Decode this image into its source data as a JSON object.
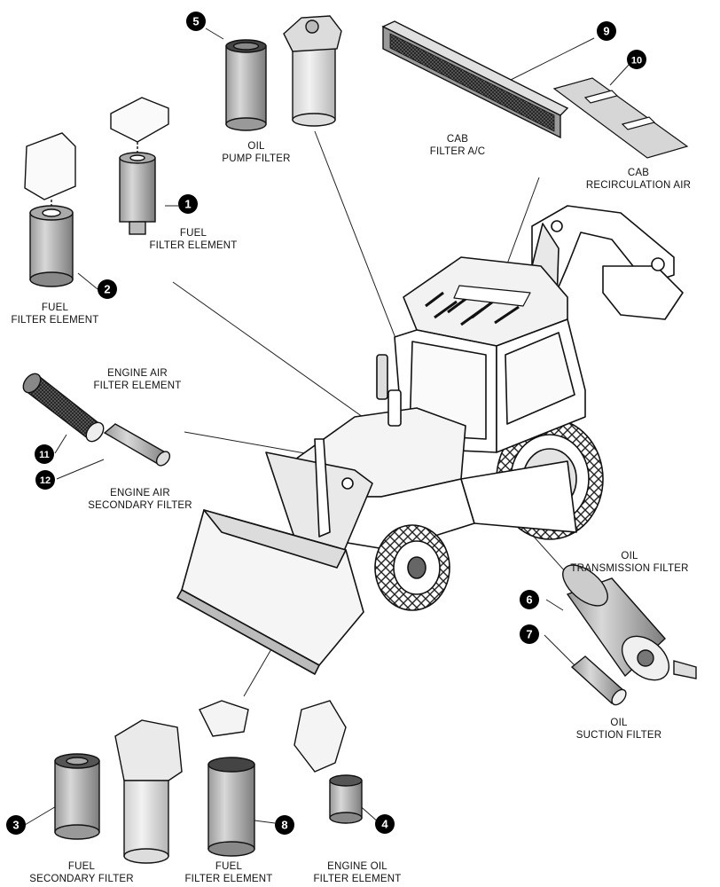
{
  "callouts": [
    {
      "id": "c1",
      "number": "1"
    },
    {
      "id": "c2",
      "number": "2"
    },
    {
      "id": "c3",
      "number": "3"
    },
    {
      "id": "c4",
      "number": "4"
    },
    {
      "id": "c5",
      "number": "5"
    },
    {
      "id": "c6",
      "number": "6"
    },
    {
      "id": "c7",
      "number": "7"
    },
    {
      "id": "c8",
      "number": "8"
    },
    {
      "id": "c9",
      "number": "9"
    },
    {
      "id": "c10",
      "number": "10"
    },
    {
      "id": "c11",
      "number": "11"
    },
    {
      "id": "c12",
      "number": "12"
    }
  ],
  "labels": {
    "oil_pump_filter": [
      "OIL",
      "PUMP FILTER"
    ],
    "cab_filter_ac": [
      "CAB",
      "FILTER A/C"
    ],
    "cab_recirculation_air": [
      "CAB",
      "RECIRCULATION AIR"
    ],
    "fuel_filter_element_1": [
      "FUEL",
      "FILTER ELEMENT"
    ],
    "fuel_filter_element_2": [
      "FUEL",
      "FILTER ELEMENT"
    ],
    "engine_air_filter_element": [
      "ENGINE AIR",
      "FILTER ELEMENT"
    ],
    "engine_air_secondary_filter": [
      "ENGINE AIR",
      "SECONDARY FILTER"
    ],
    "oil_transmission_filter": [
      "OIL",
      "TRANSMISSION FILTER"
    ],
    "oil_suction_filter": [
      "OIL",
      "SUCTION FILTER"
    ],
    "fuel_secondary_filter": [
      "FUEL",
      "SECONDARY FILTER"
    ],
    "fuel_filter_element_8": [
      "FUEL",
      "FILTER ELEMENT"
    ],
    "engine_oil_filter_element": [
      "ENGINE OIL",
      "FILTER ELEMENT"
    ]
  }
}
